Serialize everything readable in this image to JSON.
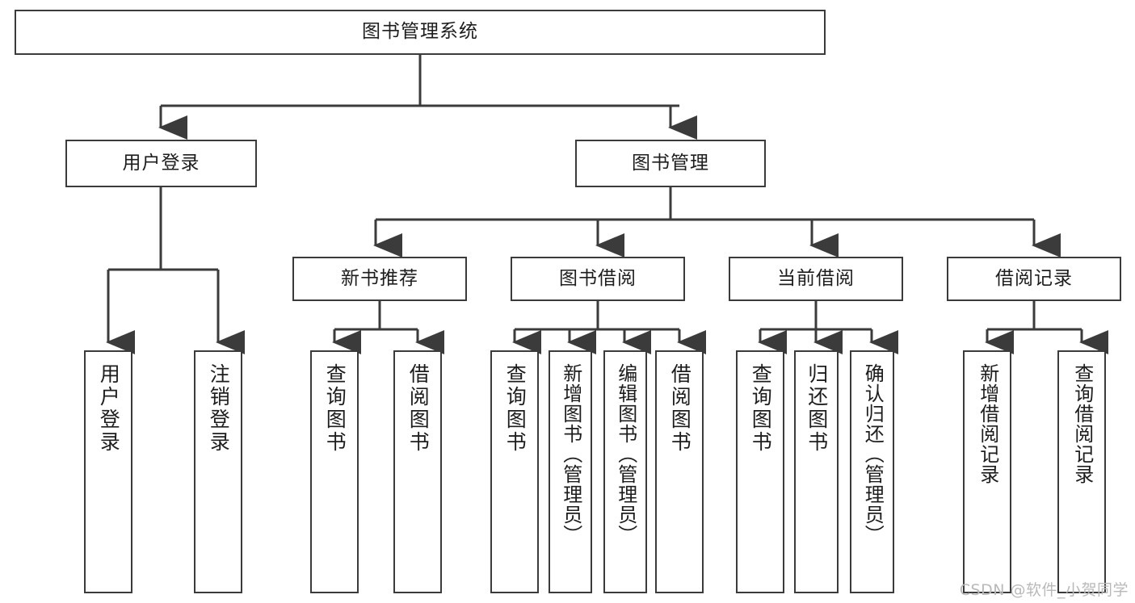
{
  "diagram": {
    "title": "图书管理系统",
    "type": "tree-hierarchy",
    "root": {
      "label": "图书管理系统"
    },
    "level2": [
      {
        "label": "用户登录"
      },
      {
        "label": "图书管理"
      }
    ],
    "level3": [
      {
        "label": "新书推荐"
      },
      {
        "label": "图书借阅"
      },
      {
        "label": "当前借阅"
      },
      {
        "label": "借阅记录"
      }
    ],
    "leaves": {
      "user_login": [
        {
          "label": "用户登录"
        },
        {
          "label": "注销登录"
        }
      ],
      "new_book_recommend": [
        {
          "label": "查询图书"
        },
        {
          "label": "借阅图书"
        }
      ],
      "book_borrow": [
        {
          "label": "查询图书"
        },
        {
          "label": "新增图书（管理员）"
        },
        {
          "label": "编辑图书（管理员）"
        },
        {
          "label": "借阅图书"
        }
      ],
      "current_borrow": [
        {
          "label": "查询图书"
        },
        {
          "label": "归还图书"
        },
        {
          "label": "确认归还（管理员）"
        }
      ],
      "borrow_record": [
        {
          "label": "新增借阅记录"
        },
        {
          "label": "查询借阅记录"
        }
      ]
    }
  },
  "watermark": {
    "text": "CSDN @软件_小贺同学"
  },
  "colors": {
    "stroke": "#3b3b3b",
    "fill": "#ffffff",
    "text": "#1d1d1d",
    "watermark": "#b9b9b9"
  }
}
